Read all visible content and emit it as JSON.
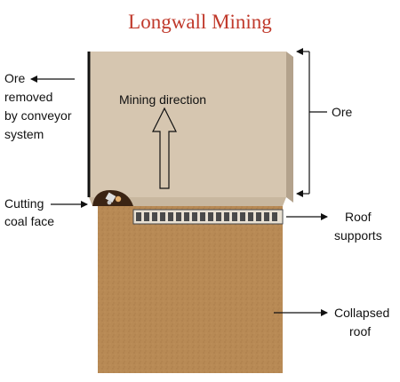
{
  "title": "Longwall Mining",
  "labels": {
    "ore_removed": [
      "Ore",
      "removed",
      "by conveyor",
      "system"
    ],
    "mining_direction": "Mining direction",
    "ore": "Ore",
    "cutting_coal_face": [
      "Cutting",
      "coal face"
    ],
    "roof_supports": [
      "Roof",
      "supports"
    ],
    "collapsed_roof": [
      "Collapsed",
      "roof"
    ]
  },
  "colors": {
    "title": "#c0392b",
    "ore": "#d6c6b0",
    "collapsed_roof": "#b88a55",
    "coal_face": "#3b2414",
    "roof_supports": "#4a4a4a"
  }
}
